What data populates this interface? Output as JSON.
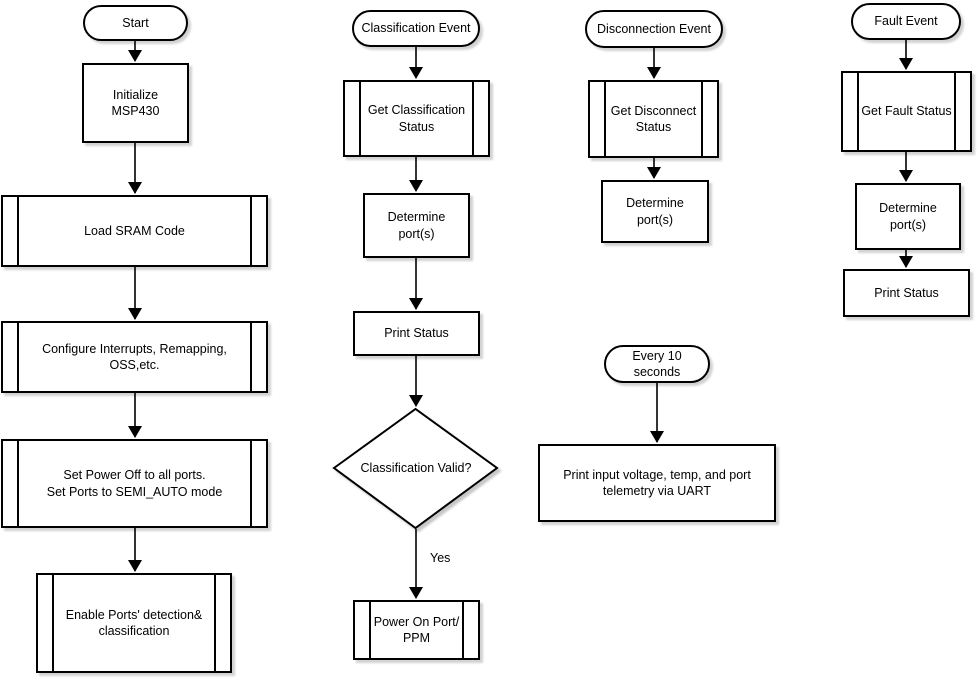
{
  "flows": {
    "boot": {
      "start": "Start",
      "initialize": "Initialize\nMSP430",
      "load_sram": "Load SRAM Code",
      "configure": "Configure Interrupts, Remapping,\nOSS,etc.",
      "set_power": "Set Power Off to all ports.\nSet Ports to SEMI_AUTO mode",
      "enable_ports": "Enable Ports' detection&\nclassification"
    },
    "classification": {
      "event": "Classification Event",
      "get_status": "Get Classification\nStatus",
      "determine_ports": "Determine port(s)",
      "print_status": "Print Status",
      "decision": "Classification Valid?",
      "yes_label": "Yes",
      "power_on": "Power On Port/\nPPM"
    },
    "disconnection": {
      "event": "Disconnection Event",
      "get_status": "Get Disconnect\nStatus",
      "determine_ports": "Determine port(s)"
    },
    "telemetry": {
      "trigger": "Every 10 seconds",
      "print": "Print input voltage, temp, and port\ntelemetry via UART"
    },
    "fault": {
      "event": "Fault Event",
      "get_status": "Get Fault Status",
      "determine_ports": "Determine port(s)",
      "print_status": "Print Status"
    }
  },
  "colors": {
    "stroke": "#000000",
    "fill": "#ffffff",
    "background": "#ffffff"
  }
}
